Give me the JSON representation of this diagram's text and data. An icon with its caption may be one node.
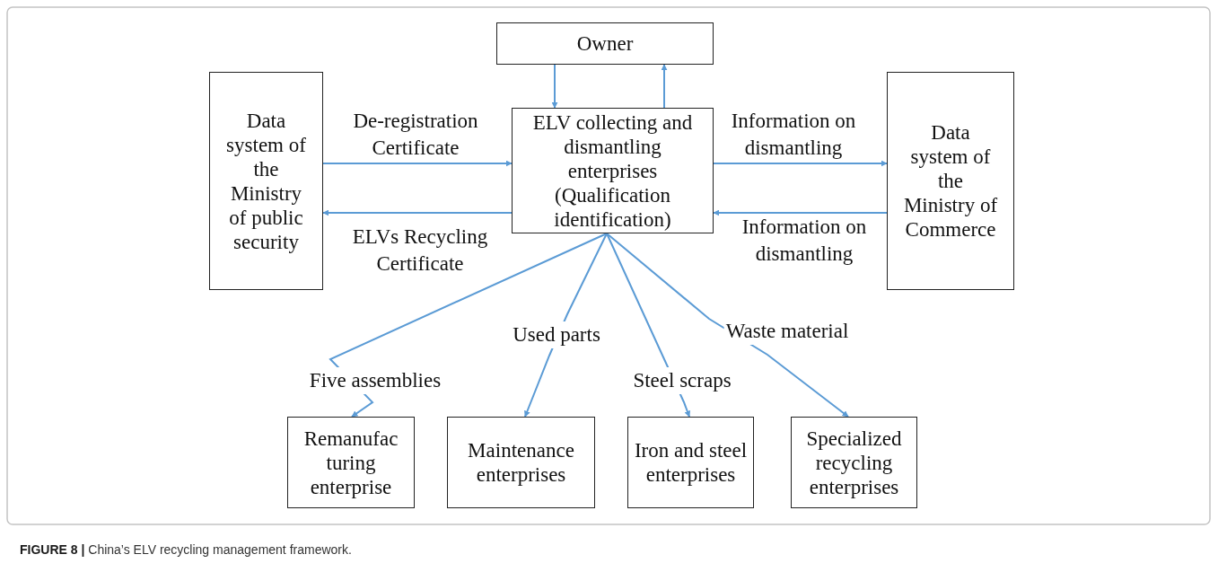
{
  "diagram": {
    "caption": "**FIGURE 8 |** China’s ELV recycling management framework.",
    "nodes": [
      {
        "text": [
          "Owner"
        ]
      },
      {
        "text": [
          "ELV collecting and dismantling enterprises (Qualification identification)"
        ]
      },
      {
        "text": [
          "Data system of the Ministry of public security"
        ]
      },
      {
        "text": [
          "Data system of the Ministry of Commerce"
        ]
      },
      {
        "text": [
          "Remanufac turing enterprise"
        ]
      },
      {
        "text": [
          "Maintenance enterprises"
        ]
      },
      {
        "text": [
          "Iron and steel enterprises"
        ]
      },
      {
        "text": [
          "Specialized recycling enterprises"
        ]
      }
    ],
    "edges": [
      {
        "from": 0,
        "to": 1,
        "arrow": "to"
      },
      {
        "from": 1,
        "to": 0,
        "arrow": "to"
      },
      {
        "from": 2,
        "to": 1,
        "arrow": "to",
        "label": "De-registration Certificate"
      },
      {
        "from": 1,
        "to": 2,
        "arrow": "to",
        "label": "ELVs Recycling Certificate"
      },
      {
        "from": 1,
        "to": 3,
        "arrow": "to",
        "label": "Information on dismantling"
      },
      {
        "from": 3,
        "to": 1,
        "arrow": "to",
        "label": "Information on dismantling"
      },
      {
        "from": 1,
        "to": 4,
        "arrow": "to",
        "label": "Five assemblies"
      },
      {
        "from": 1,
        "to": 5,
        "arrow": "to",
        "label": "Used parts"
      },
      {
        "from": 1,
        "to": 6,
        "arrow": "to",
        "label": "Steel scraps"
      },
      {
        "from": 1,
        "to": 7,
        "arrow": "to",
        "label": "Waste material"
      }
    ]
  }
}
